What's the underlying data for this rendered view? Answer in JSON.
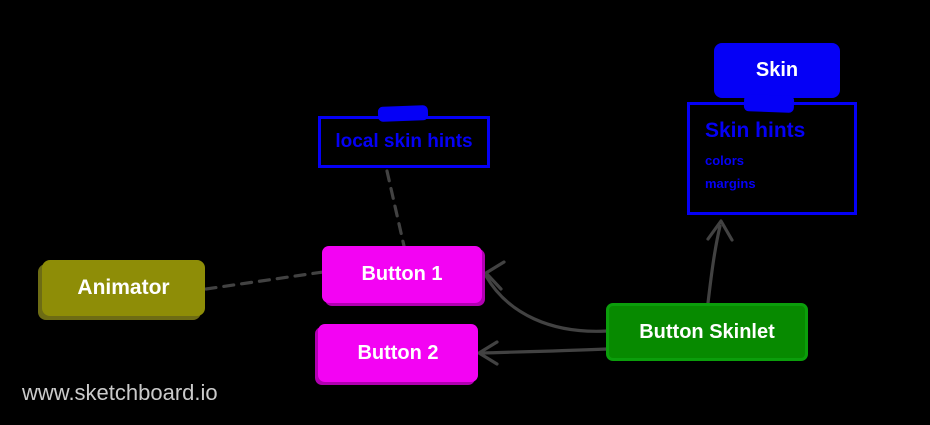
{
  "canvas": {
    "background": "#000000"
  },
  "watermark": {
    "text": "www.sketchboard.io",
    "color": "#cbcbcb"
  },
  "colors": {
    "blue": "#0500f6",
    "magenta": "#f303f3",
    "olive": "#8e8d07",
    "green": "#078a00",
    "connector_gray": "#424242",
    "label_white": "#ffffff"
  },
  "nodes": {
    "skin": {
      "label": "Skin"
    },
    "skin_hints": {
      "title": "Skin hints",
      "item1": "colors",
      "item2": "margins",
      "item3": "..."
    },
    "local_skin_hints": {
      "label": "local skin hints"
    },
    "animator": {
      "label": "Animator"
    },
    "button1": {
      "label": "Button 1"
    },
    "button2": {
      "label": "Button 2"
    },
    "button_skinlet": {
      "label": "Button Skinlet"
    }
  },
  "edges": [
    {
      "from": "animator",
      "to": "button1",
      "style": "dashed",
      "arrowhead": false
    },
    {
      "from": "local_skin_hints",
      "to": "button1",
      "style": "dashed",
      "arrowhead": false
    },
    {
      "from": "button_skinlet",
      "to": "button1",
      "style": "solid",
      "arrowhead": true
    },
    {
      "from": "button_skinlet",
      "to": "button2",
      "style": "solid",
      "arrowhead": true
    },
    {
      "from": "button_skinlet",
      "to": "skin_hints",
      "style": "solid",
      "arrowhead": true
    }
  ]
}
